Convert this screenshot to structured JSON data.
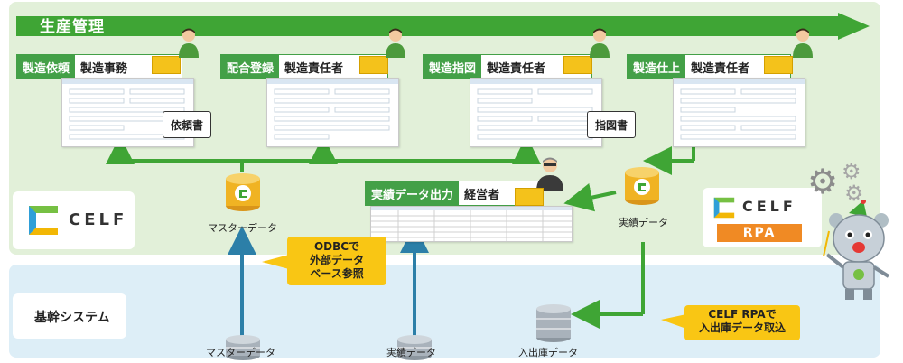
{
  "title": "生産管理",
  "steps": [
    {
      "label": "製造依頼",
      "role": "製造事務"
    },
    {
      "label": "配合登録",
      "role": "製造責任者"
    },
    {
      "label": "製造指図",
      "role": "製造責任者"
    },
    {
      "label": "製造仕上",
      "role": "製造責任者"
    }
  ],
  "doc_labels": {
    "request": "依頼書",
    "instruction": "指図書"
  },
  "output": {
    "label": "実績データ出力",
    "role": "経営者"
  },
  "databases": {
    "master_celf": "マスターデータ",
    "results_celf": "実績データ",
    "master_core": "マスターデータ",
    "results_core": "実績データ",
    "inout_core": "入出庫データ"
  },
  "callouts": {
    "odbc": [
      "ODBCで",
      "外部データ",
      "ベース参照"
    ],
    "rpa": [
      "CELF RPAで",
      "入出庫データ取込"
    ]
  },
  "logos": {
    "celf": "CELF",
    "celf_rpa": "CELF",
    "rpa": "RPA"
  },
  "core_system": "基幹システム",
  "colors": {
    "green": "#43a047",
    "arrow_green": "#3fa535",
    "yellow": "#f9c614",
    "db_gold": "#f0b323",
    "db_gray": "#a9b2bb",
    "arrow_blue": "#2c7fa8"
  }
}
